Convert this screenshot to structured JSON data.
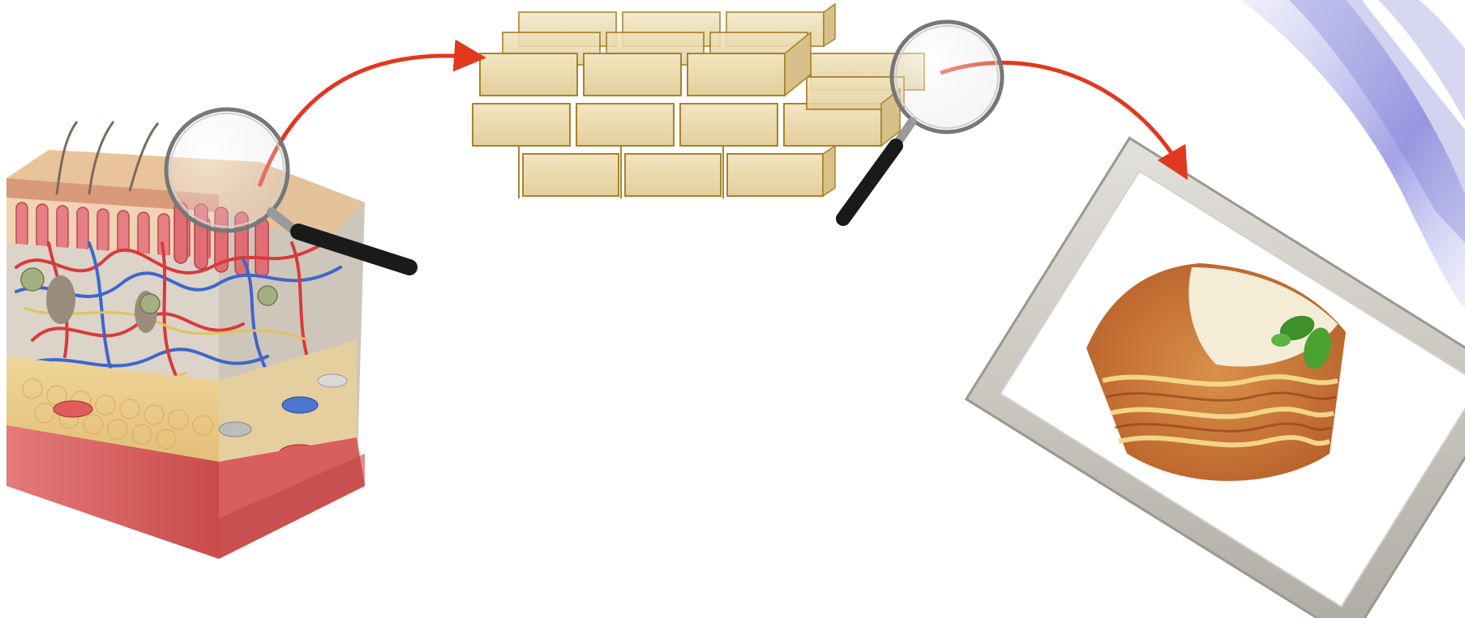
{
  "slide": {
    "texts": []
  },
  "figures": [
    {
      "name": "skin-cross-section",
      "icon": "skin-layers-illustration"
    },
    {
      "name": "brick-wall",
      "icon": "brick-wall-illustration"
    },
    {
      "name": "framed-lasagna-photo",
      "icon": "lasagna-photo"
    }
  ],
  "connectors": [
    {
      "from": "skin-cross-section",
      "to": "brick-wall",
      "icon": "magnifier-icon"
    },
    {
      "from": "brick-wall",
      "to": "framed-lasagna-photo",
      "icon": "magnifier-icon"
    }
  ],
  "colors": {
    "arrow": "#e0391f",
    "brick": "#ecdcb0",
    "mortar": "#b08a2e",
    "frame": "#c9c6bf",
    "decor_swoosh": "#8f8fe0"
  }
}
